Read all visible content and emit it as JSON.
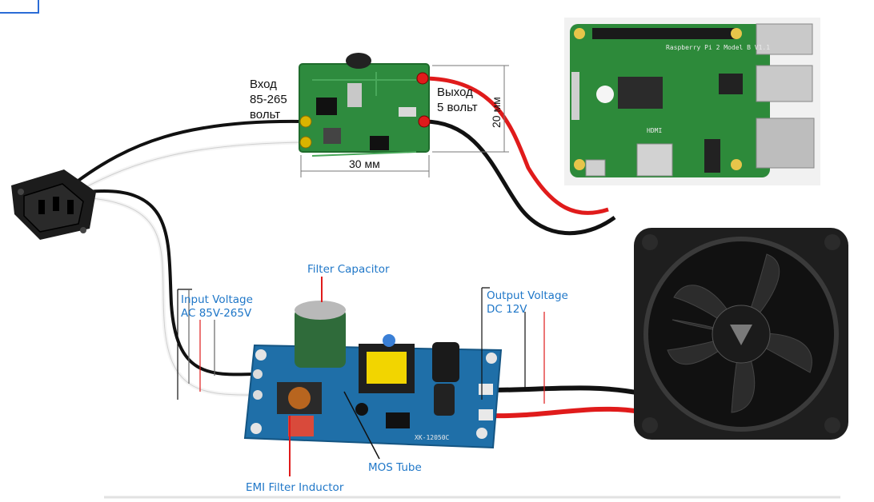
{
  "top_module": {
    "input_label_line1": "Вход",
    "input_label_line2": "85-265",
    "input_label_line3": "вольт",
    "output_label_line1": "Выход",
    "output_label_line2": "5 вольт",
    "width_dimension": "30 мм",
    "height_dimension": "20 мм"
  },
  "bottom_module": {
    "filter_capacitor": "Filter Capacitor",
    "input_voltage_line1": "Input Voltage",
    "input_voltage_line2": "AC 85V-265V",
    "output_voltage_line1": "Output Voltage",
    "output_voltage_line2": "DC 12V",
    "mos_tube": "MOS Tube",
    "emi_filter_inductor": "EMI Filter Inductor",
    "board_marking": "XK-12050C"
  },
  "raspberry_pi": {
    "board_text": "Raspberry Pi 2 Model B V1.1",
    "hdmi_text": "HDMI"
  },
  "colors": {
    "pcb_green": "#2e8b3e",
    "pcb_blue": "#1f6fa8",
    "wire_red": "#e01b1b",
    "wire_black": "#111111",
    "annotation_blue": "#1f77c8",
    "fan_black": "#1a1a1a"
  }
}
